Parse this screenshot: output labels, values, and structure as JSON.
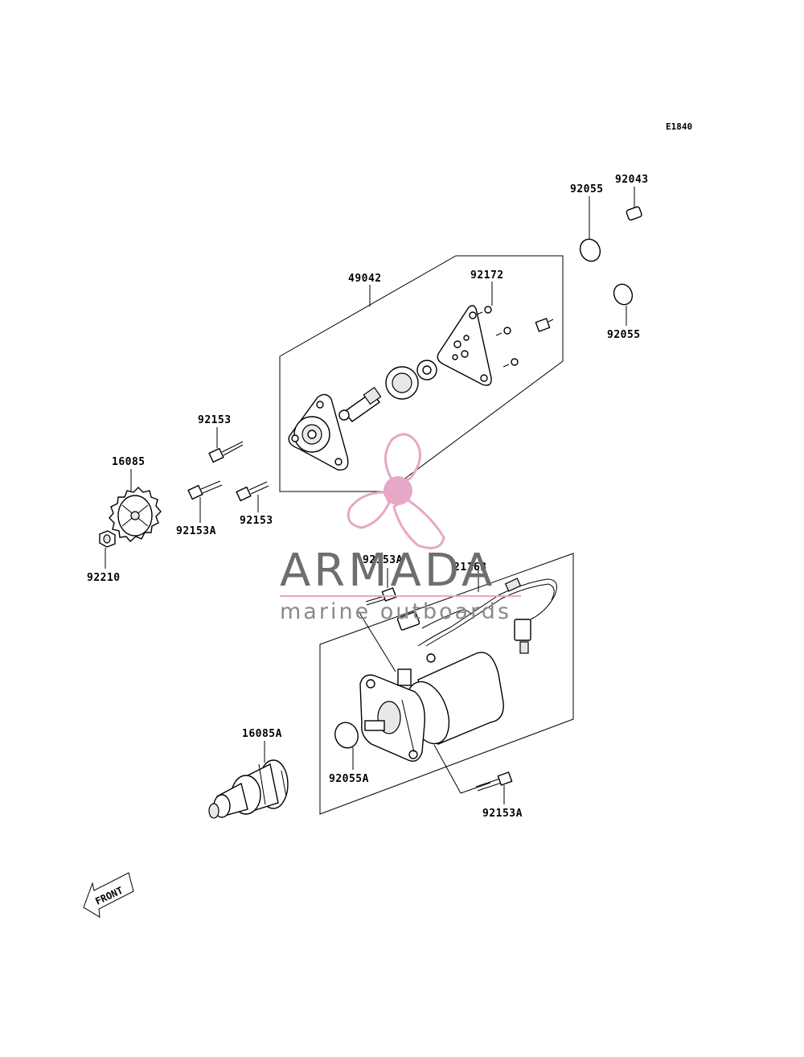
{
  "diagram": {
    "code": "E1840",
    "front_label": "FRONT"
  },
  "callouts": {
    "c_92055_top": "92055",
    "c_92043": "92043",
    "c_92055_bottom": "92055",
    "c_49042": "49042",
    "c_92172": "92172",
    "c_92153_a": "92153",
    "c_16085": "16085",
    "c_92153A_left": "92153A",
    "c_92153_b": "92153",
    "c_92210": "92210",
    "c_92153A_mid": "92153A",
    "c_21163": "21163",
    "c_16085A": "16085A",
    "c_92055A": "92055A",
    "c_92153A_bottom": "92153A"
  },
  "watermark": {
    "brand": "ARMADA",
    "tagline": "marine outboards",
    "brand_color": "#6e6e6e",
    "logo_color": "#e7a7c7"
  }
}
